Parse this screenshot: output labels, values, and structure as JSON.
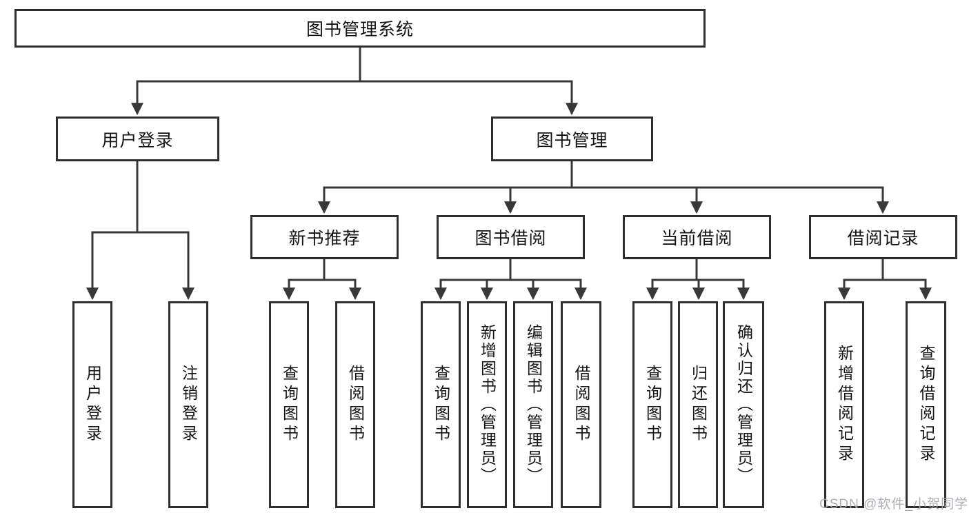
{
  "diagram_title": "图书管理系统",
  "tree": {
    "root": {
      "label": "图书管理系统",
      "children": [
        {
          "label": "用户登录",
          "children": [
            {
              "label": "用户登录"
            },
            {
              "label": "注销登录"
            }
          ]
        },
        {
          "label": "图书管理",
          "children": [
            {
              "label": "新书推荐",
              "children": [
                {
                  "label": "查询图书"
                },
                {
                  "label": "借阅图书"
                }
              ]
            },
            {
              "label": "图书借阅",
              "children": [
                {
                  "label": "查询图书"
                },
                {
                  "label": "新增图书（管理员）"
                },
                {
                  "label": "编辑图书（管理员）"
                },
                {
                  "label": "借阅图书"
                }
              ]
            },
            {
              "label": "当前借阅",
              "children": [
                {
                  "label": "查询图书"
                },
                {
                  "label": "归还图书"
                },
                {
                  "label": "确认归还（管理员）"
                }
              ]
            },
            {
              "label": "借阅记录",
              "children": [
                {
                  "label": "新增借阅记录"
                },
                {
                  "label": "查询借阅记录"
                }
              ]
            }
          ]
        }
      ]
    }
  },
  "watermark": {
    "text": "CSDN @软件_小贺同学",
    "color": "#abacb0"
  },
  "colors": {
    "background": "#ffffff",
    "line": "#383838",
    "box_border": "#2e2e2e",
    "text": "#141414"
  }
}
